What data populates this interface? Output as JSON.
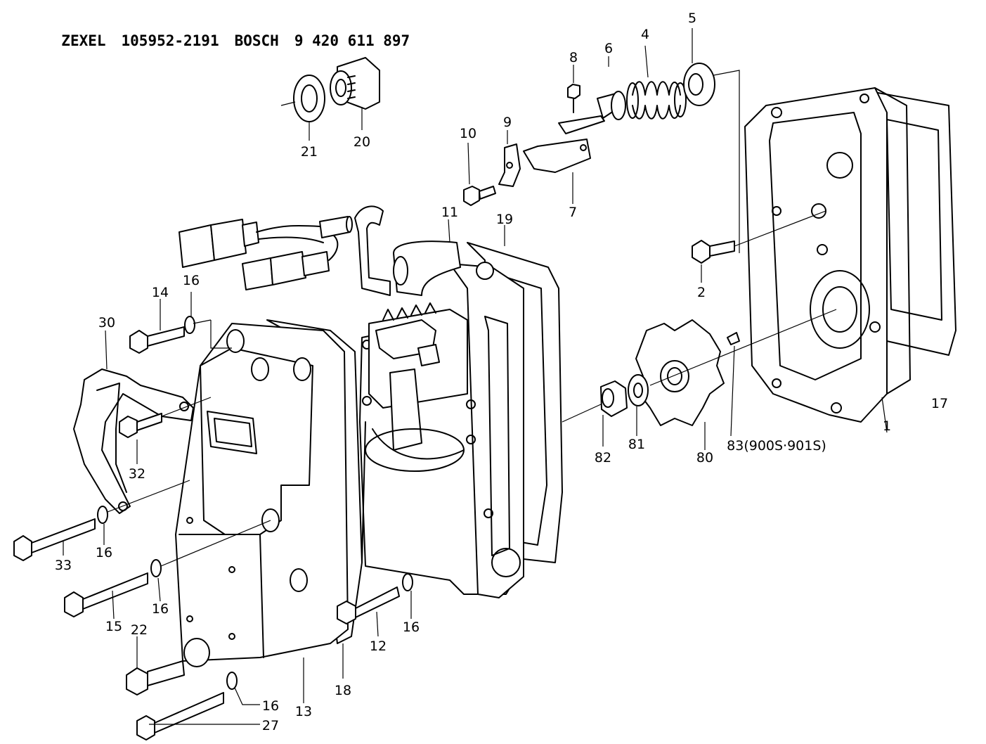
{
  "header": {
    "maker1": "ZEXEL",
    "part1": "105952-2191",
    "maker2": "BOSCH",
    "part2": "9 420 611 897"
  },
  "labels": {
    "l1": "1",
    "l2": "2",
    "l4": "4",
    "l5": "5",
    "l6": "6",
    "l7": "7",
    "l8": "8",
    "l9": "9",
    "l10": "10",
    "l11": "11",
    "l12": "12",
    "l13": "13",
    "l14": "14",
    "l15": "15",
    "l16a": "16",
    "l16b": "16",
    "l16c": "16",
    "l16d": "16",
    "l16e": "16",
    "l17": "17",
    "l18": "18",
    "l19": "19",
    "l20": "20",
    "l21": "21",
    "l22": "22",
    "l27": "27",
    "l30": "30",
    "l32": "32",
    "l33": "33",
    "l80": "80",
    "l81": "81",
    "l82": "82",
    "l83": "83(900S·901S)"
  },
  "colors": {
    "ink": "#000000",
    "paper": "#ffffff"
  }
}
